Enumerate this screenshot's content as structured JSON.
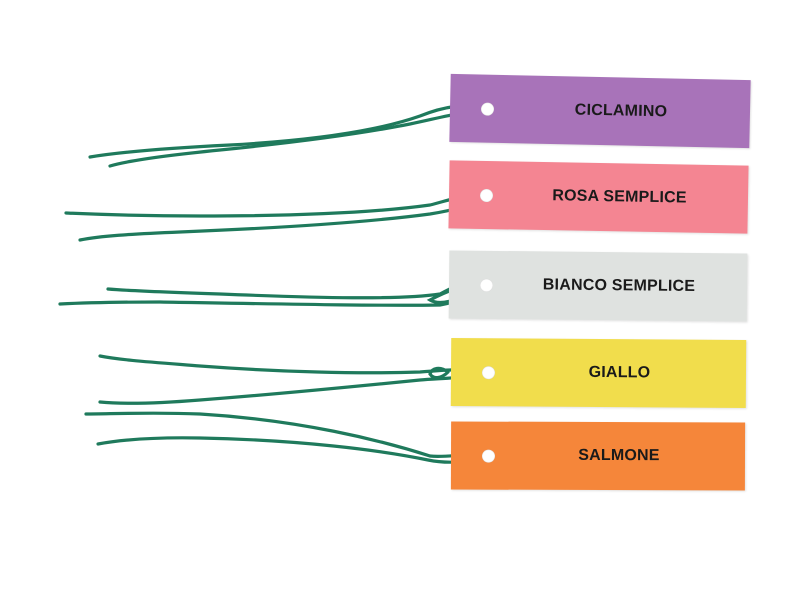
{
  "wire_color": "#1f7a5c",
  "tags": [
    {
      "label": "CICLAMINO",
      "color": "#a873b9"
    },
    {
      "label": "ROSA SEMPLICE",
      "color": "#f48592"
    },
    {
      "label": "BIANCO SEMPLICE",
      "color": "#dfe2e0"
    },
    {
      "label": "GIALLO",
      "color": "#f1dd4c"
    },
    {
      "label": "SALMONE",
      "color": "#f5863a"
    }
  ]
}
